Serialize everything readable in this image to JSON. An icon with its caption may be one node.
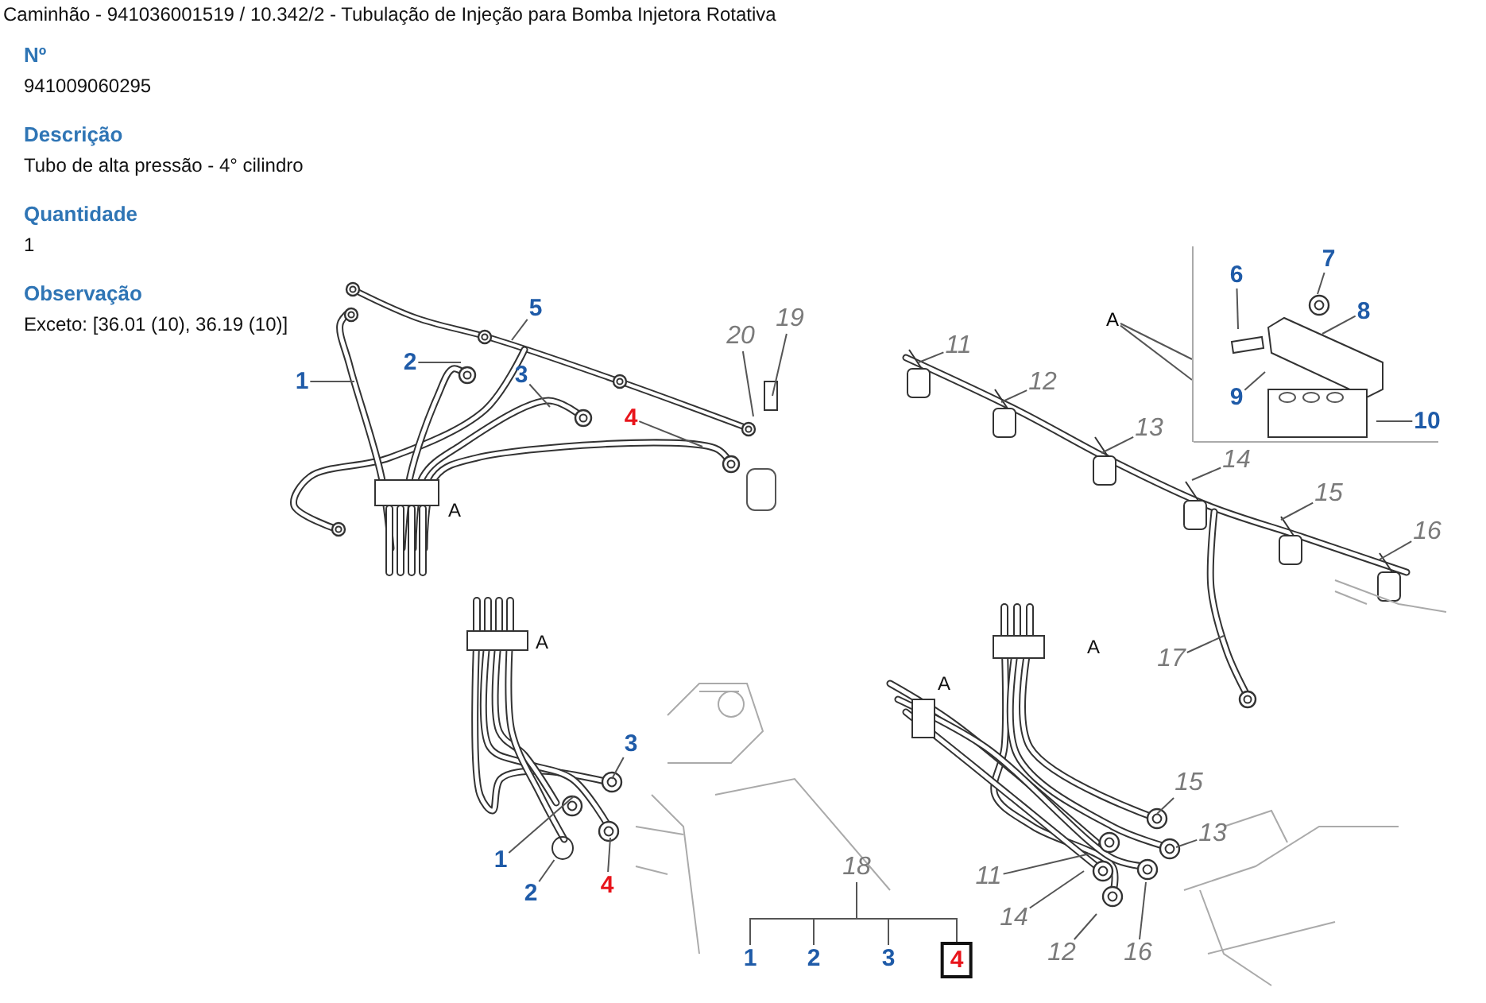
{
  "diagram": {
    "title": "Caminhão - 941036001519  /  10.342/2 - Tubulação de Injeção para Bomba Injetora Rotativa",
    "nodes": [
      {
        "text": [
          "1"
        ]
      },
      {
        "text": [
          "2"
        ]
      },
      {
        "text": [
          "5"
        ]
      },
      {
        "text": [
          "3"
        ]
      },
      {
        "text": [
          "4"
        ]
      },
      {
        "text": [
          "20"
        ]
      },
      {
        "text": [
          "19"
        ]
      },
      {
        "text": [
          "A"
        ]
      },
      {
        "text": [
          "6"
        ]
      },
      {
        "text": [
          "7"
        ]
      },
      {
        "text": [
          "8"
        ]
      },
      {
        "text": [
          "9"
        ]
      },
      {
        "text": [
          "10"
        ]
      },
      {
        "text": [
          "11"
        ]
      },
      {
        "text": [
          "12"
        ]
      },
      {
        "text": [
          "13"
        ]
      },
      {
        "text": [
          "14"
        ]
      },
      {
        "text": [
          "15"
        ]
      },
      {
        "text": [
          "16"
        ]
      },
      {
        "text": [
          "17"
        ]
      },
      {
        "text": [
          "3"
        ]
      },
      {
        "text": [
          "1"
        ]
      },
      {
        "text": [
          "2"
        ]
      },
      {
        "text": [
          "4"
        ]
      },
      {
        "text": [
          "18"
        ]
      },
      {
        "text": [
          "1"
        ]
      },
      {
        "text": [
          "2"
        ]
      },
      {
        "text": [
          "3"
        ]
      },
      {
        "text": [
          "4"
        ]
      },
      {
        "text": [
          "15"
        ]
      },
      {
        "text": [
          "13"
        ]
      },
      {
        "text": [
          "11"
        ]
      },
      {
        "text": [
          "14"
        ]
      },
      {
        "text": [
          "12"
        ]
      },
      {
        "text": [
          "16"
        ]
      },
      {
        "text": [],
        "shape": "bar"
      },
      {
        "text": [],
        "shape": "circle"
      }
    ],
    "edges": [
      {
        "from": 0,
        "to": null,
        "arrow": "none"
      },
      {
        "from": 1,
        "to": null,
        "arrow": "none"
      },
      {
        "from": 2,
        "to": null,
        "arrow": "none"
      },
      {
        "from": 3,
        "to": null,
        "arrow": "none"
      },
      {
        "from": 4,
        "to": null,
        "arrow": "none"
      },
      {
        "from": 5,
        "to": null,
        "arrow": "none"
      },
      {
        "from": 6,
        "to": null,
        "arrow": "none"
      },
      {
        "from": 7,
        "to": 35,
        "arrow": "none"
      },
      {
        "from": 7,
        "to": 35,
        "arrow": "none"
      },
      {
        "from": 8,
        "to": null,
        "arrow": "none"
      },
      {
        "from": 9,
        "to": null,
        "arrow": "none"
      },
      {
        "from": 10,
        "to": null,
        "arrow": "none"
      },
      {
        "from": 11,
        "to": null,
        "arrow": "none"
      },
      {
        "from": 12,
        "to": null,
        "arrow": "none"
      },
      {
        "from": 13,
        "to": null,
        "arrow": "none"
      },
      {
        "from": 14,
        "to": null,
        "arrow": "none"
      },
      {
        "from": 15,
        "to": null,
        "arrow": "none"
      },
      {
        "from": 16,
        "to": null,
        "arrow": "none"
      },
      {
        "from": 17,
        "to": null,
        "arrow": "none"
      },
      {
        "from": 18,
        "to": null,
        "arrow": "none"
      },
      {
        "from": 19,
        "to": null,
        "arrow": "none"
      },
      {
        "from": 20,
        "to": null,
        "arrow": "none"
      },
      {
        "from": 21,
        "to": null,
        "arrow": "none"
      },
      {
        "from": 22,
        "to": 36,
        "arrow": "none"
      },
      {
        "from": 23,
        "to": null,
        "arrow": "none"
      },
      {
        "from": 29,
        "to": null,
        "arrow": "none"
      },
      {
        "from": 30,
        "to": null,
        "arrow": "none"
      },
      {
        "from": 31,
        "to": null,
        "arrow": "none"
      },
      {
        "from": 32,
        "to": null,
        "arrow": "none"
      },
      {
        "from": 33,
        "to": null,
        "arrow": "none"
      },
      {
        "from": 34,
        "to": null,
        "arrow": "none"
      },
      {
        "from": 24,
        "to": 25,
        "arrow": "none"
      },
      {
        "from": 24,
        "to": 26,
        "arrow": "none"
      },
      {
        "from": 24,
        "to": 27,
        "arrow": "none"
      },
      {
        "from": 24,
        "to": 28,
        "arrow": "none"
      }
    ],
    "labels": [
      "Nº",
      "941009060295",
      "Descrição",
      "Tubo de alta pressão - 4° cilindro",
      "Quantidade",
      "1",
      "Observação",
      "Exceto: [36.01 (10), 36.19 (10)]",
      "A",
      "A",
      "A",
      "A"
    ]
  }
}
